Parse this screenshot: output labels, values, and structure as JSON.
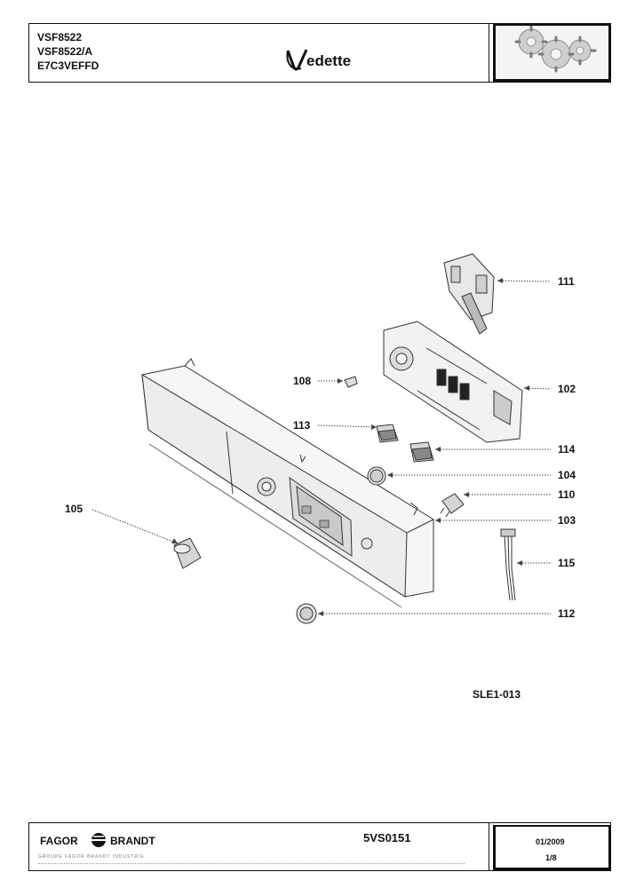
{
  "header": {
    "models": [
      "VSF8522",
      "VSF8522/A",
      "E7C3VEFFD"
    ],
    "brand": "Vedette"
  },
  "diagram": {
    "reference_code": "SLE1-013",
    "callouts": [
      {
        "number": "111",
        "part": "connector-block"
      },
      {
        "number": "102",
        "part": "electronic-module"
      },
      {
        "number": "108",
        "part": "clip"
      },
      {
        "number": "113",
        "part": "push-button-left"
      },
      {
        "number": "114",
        "part": "push-button-right"
      },
      {
        "number": "104",
        "part": "push-button-round"
      },
      {
        "number": "110",
        "part": "switch"
      },
      {
        "number": "103",
        "part": "control-panel"
      },
      {
        "number": "105",
        "part": "knob"
      },
      {
        "number": "115",
        "part": "wiring-harness"
      },
      {
        "number": "112",
        "part": "button-cap"
      }
    ]
  },
  "footer": {
    "company": "FAGOR BRANDT",
    "tagline": "GROUPE FAGOR BRANDT INDUSTRIE",
    "doc_number": "5VS0151",
    "date": "01/2009",
    "page": "1/8"
  }
}
